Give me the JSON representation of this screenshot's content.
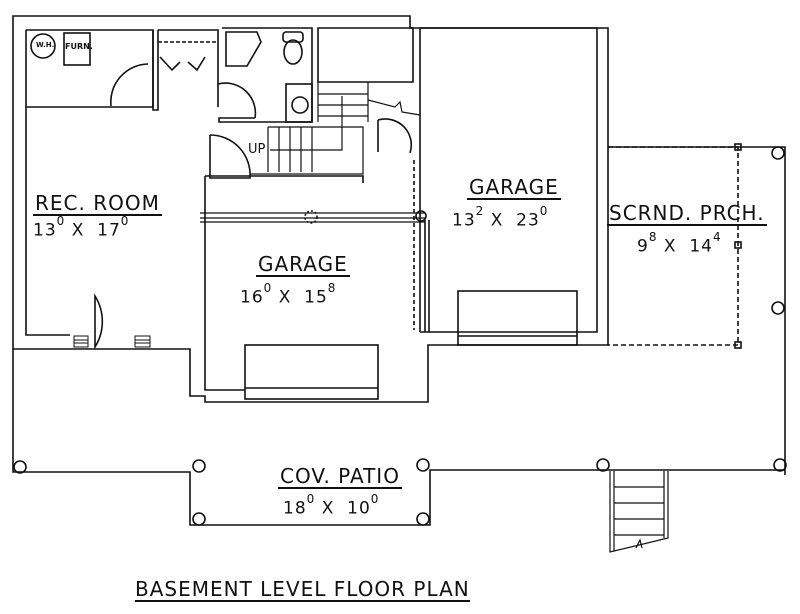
{
  "plan_title": "BASEMENT LEVEL FLOOR PLAN",
  "rooms": {
    "rec_room": {
      "name": "REC. ROOM",
      "w_ft": "13",
      "w_in": "0",
      "x": "X",
      "l_ft": "17",
      "l_in": "0"
    },
    "garage_left": {
      "name": "GARAGE",
      "w_ft": "16",
      "w_in": "0",
      "x": "X",
      "l_ft": "15",
      "l_in": "8"
    },
    "garage_right": {
      "name": "GARAGE",
      "w_ft": "13",
      "w_in": "2",
      "x": "X",
      "l_ft": "23",
      "l_in": "0"
    },
    "screened_porch": {
      "name": "SCRND. PRCH.",
      "w_ft": "9",
      "w_in": "8",
      "x": "X",
      "l_ft": "14",
      "l_in": "4"
    },
    "covered_patio": {
      "name": "COV. PATIO",
      "w_ft": "18",
      "w_in": "0",
      "x": "X",
      "l_ft": "10",
      "l_in": "0"
    }
  },
  "fixtures": {
    "water_heater": "W.H.",
    "furnace": "FURN.",
    "stair_label": "UP"
  },
  "colors": {
    "line": "#111111",
    "background": "#ffffff"
  }
}
